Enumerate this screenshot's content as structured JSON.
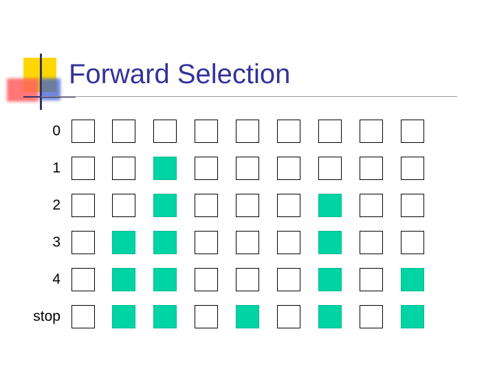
{
  "title": "Forward Selection",
  "colors": {
    "selected": "#00d4a4",
    "unselected": "#ffffff",
    "title": "#333399"
  },
  "rows": [
    {
      "label": "0",
      "cells": [
        0,
        0,
        0,
        0,
        0,
        0,
        0,
        0,
        0
      ]
    },
    {
      "label": "1",
      "cells": [
        0,
        0,
        1,
        0,
        0,
        0,
        0,
        0,
        0
      ]
    },
    {
      "label": "2",
      "cells": [
        0,
        0,
        1,
        0,
        0,
        0,
        1,
        0,
        0
      ]
    },
    {
      "label": "3",
      "cells": [
        0,
        1,
        1,
        0,
        0,
        0,
        1,
        0,
        0
      ]
    },
    {
      "label": "4",
      "cells": [
        0,
        1,
        1,
        0,
        0,
        0,
        1,
        0,
        1
      ]
    },
    {
      "label": "stop",
      "cells": [
        0,
        1,
        1,
        0,
        1,
        0,
        1,
        0,
        1
      ]
    }
  ]
}
